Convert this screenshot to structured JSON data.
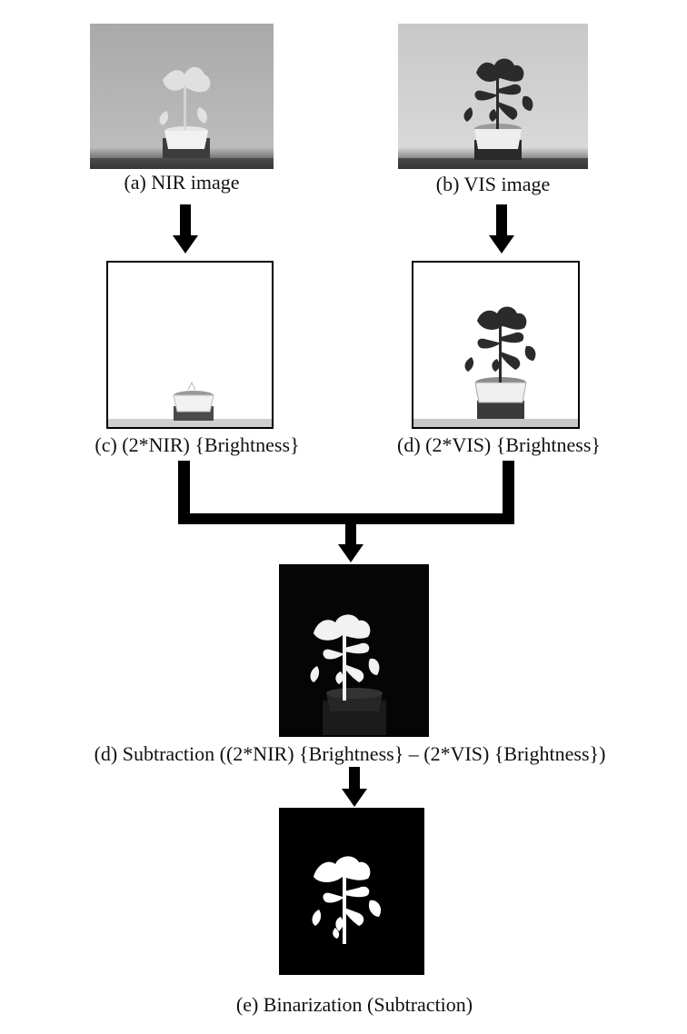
{
  "figure": {
    "captions": {
      "a": "(a) NIR image",
      "b": "(b) VIS image",
      "c": "(c) (2*NIR) {Brightness}",
      "d": "(d) (2*VIS) {Brightness}",
      "sub": "(d) Subtraction ((2*NIR) {Brightness} – (2*VIS) {Brightness})",
      "e": "(e) Binarization (Subtraction)"
    }
  }
}
